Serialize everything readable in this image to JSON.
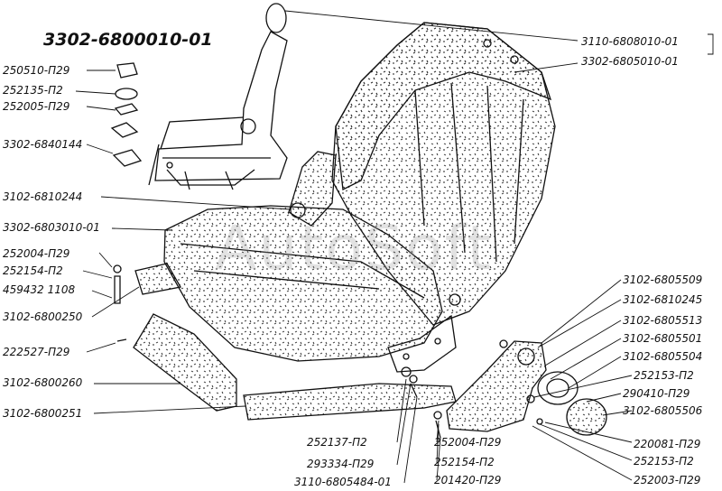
{
  "title": "3302-6800010-01",
  "watermark": "AutoSoft",
  "labels": {
    "p1": "250510-П29",
    "p2": "252135-П2",
    "p3": "252005-П29",
    "p4": "3302-6840144",
    "p5": "3102-6810244",
    "p6": "3302-6803010-01",
    "p7": "252004-П29",
    "p8": "252154-П2",
    "p9": "459432 1108",
    "p10": "3102-6800250",
    "p11": "222527-П29",
    "p12": "3102-6800260",
    "p13": "3102-6800251",
    "p14": "252137-П2",
    "p15": "293334-П29",
    "p16": "3110-6805484-01",
    "p17": "252004-П29",
    "p18": "252154-П2",
    "p19": "201420-П29",
    "r1": "3110-6808010-01",
    "r2": "3302-6805010-01",
    "r3": "3102-6805509",
    "r4": "3102-6810245",
    "r5": "3102-6805513",
    "r6": "3102-6805501",
    "r7": "3102-6805504",
    "r8": "252153-П2",
    "r9": "290410-П29",
    "r10": "3102-6805506",
    "r11": "220081-П29",
    "r12": "252153-П2",
    "r13": "252003-П29"
  },
  "colors": {
    "ink": "#111111",
    "paper": "#ffffff",
    "watermark": "#969696"
  }
}
